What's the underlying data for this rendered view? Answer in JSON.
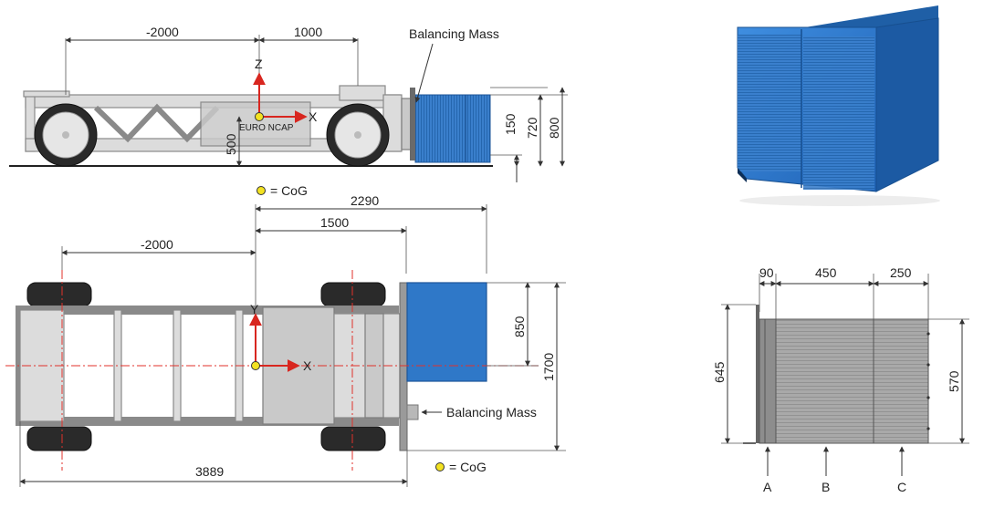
{
  "side_view": {
    "dim_rear_axle": "-2000",
    "dim_front_axle": "1000",
    "balancing_mass_label": "Balancing Mass",
    "axis_z": "Z",
    "axis_x": "X",
    "dim_cog_height": "500",
    "dim_150": "150",
    "dim_720": "720",
    "dim_800": "800",
    "watermark": "EURO NCAP"
  },
  "legend_cog_top": "= CoG",
  "top_view": {
    "dim_2290": "2290",
    "dim_1500": "1500",
    "dim_rear_axle": "-2000",
    "axis_y": "Y",
    "axis_x": "X",
    "dim_850": "850",
    "dim_1700": "1700",
    "balancing_mass_label": "Balancing Mass",
    "dim_length": "3889",
    "legend_cog": "= CoG"
  },
  "barrier_section": {
    "dim_90": "90",
    "dim_450": "450",
    "dim_250": "250",
    "dim_645": "645",
    "dim_570": "570",
    "label_a": "A",
    "label_b": "B",
    "label_c": "C"
  },
  "colors": {
    "barrier_blue": "#2f78c8",
    "cog_yellow": "#f3e221",
    "axis_red": "#d8261f"
  }
}
